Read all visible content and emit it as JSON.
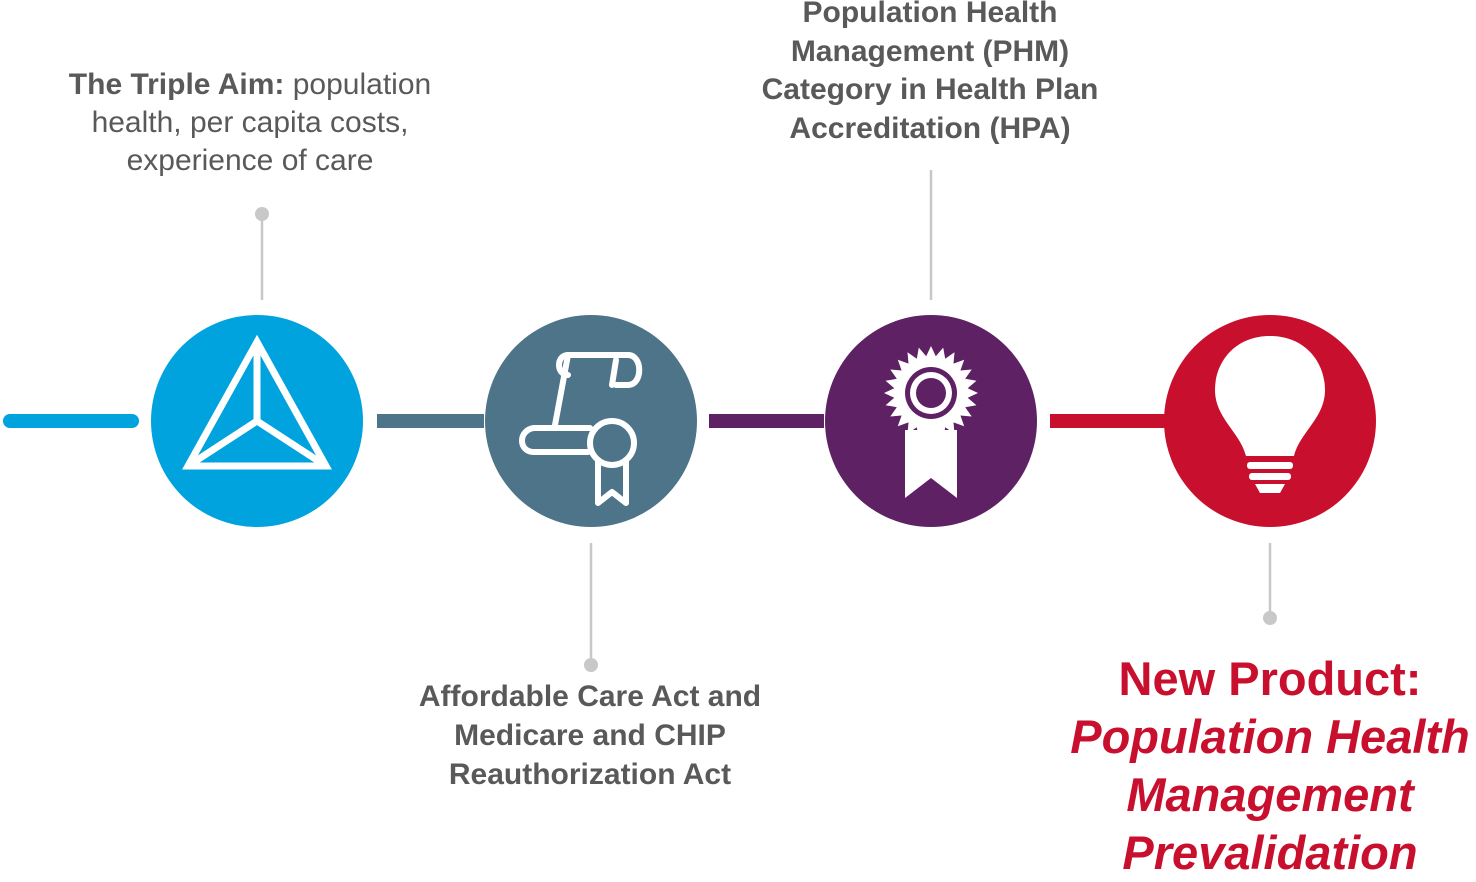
{
  "timeline": {
    "milestones": [
      {
        "icon": "triangle-network-icon",
        "color": "#00A3DD",
        "label_bold": "The Triple Aim:",
        "label_text": " population health, per capita costs, experience of care"
      },
      {
        "icon": "scroll-certificate-icon",
        "color": "#4E7489",
        "label_bold": "Affordable Care Act and Medicare and CHIP Reauthorization Act",
        "label_text": ""
      },
      {
        "icon": "award-ribbon-icon",
        "color": "#5E2264",
        "label_bold": "Population Health Management (PHM) Category in Health Plan Accreditation (HPA)",
        "label_text": ""
      },
      {
        "icon": "lightbulb-icon",
        "color": "#C8102E",
        "label_bold": "New Product:",
        "label_text": "Population Health Management Prevalidation"
      }
    ],
    "connector_color": "#C8C8C8"
  }
}
